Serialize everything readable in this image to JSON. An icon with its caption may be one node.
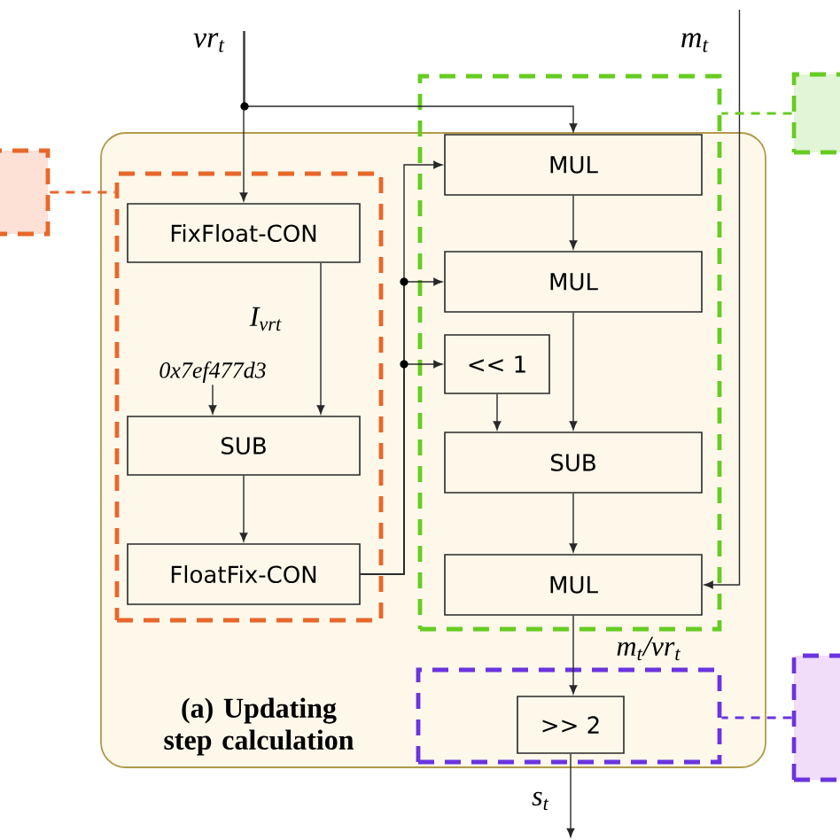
{
  "diagram": {
    "nodes": [
      {
        "text": [
          "(a) Updating step calculation"
        ]
      },
      {
        "text": [],
        "shape": "box",
        "in": 0
      },
      {
        "text": [
          "FixFloat-CON"
        ],
        "in": 1
      },
      {
        "text": [
          "SUB"
        ],
        "in": 1
      },
      {
        "text": [
          "FloatFix-CON"
        ],
        "in": 1
      },
      {
        "text": [],
        "shape": "box"
      },
      {
        "text": [
          "MUL"
        ],
        "in": 5
      },
      {
        "text": [
          "MUL"
        ],
        "in": 5
      },
      {
        "text": [
          "<< 1"
        ],
        "in": 5
      },
      {
        "text": [
          "SUB"
        ],
        "in": 5
      },
      {
        "text": [
          "MUL"
        ],
        "in": 5
      },
      {
        "text": [],
        "shape": "box",
        "in": 0
      },
      {
        "text": [
          ">> 2"
        ],
        "in": 11
      },
      {
        "text": [],
        "shape": "box"
      },
      {
        "text": [],
        "shape": "box"
      },
      {
        "text": [],
        "shape": "box"
      },
      {
        "text": [
          "vr$_{t}$"
        ]
      },
      {
        "text": [
          "m$_{t}$"
        ]
      },
      {
        "text": [
          "0x7ef477d3"
        ],
        "in": 1
      }
    ],
    "edges": [
      {
        "from": 16,
        "to": 2,
        "arrow": "to"
      },
      {
        "from": 16,
        "to": 6,
        "arrow": "to"
      },
      {
        "from": 2,
        "to": 3,
        "arrow": "to",
        "label": "I$_{vrt}$"
      },
      {
        "from": 18,
        "to": 3,
        "arrow": "to"
      },
      {
        "from": 3,
        "to": 4,
        "arrow": "to"
      },
      {
        "from": 4,
        "to": 6,
        "arrow": "to"
      },
      {
        "from": 4,
        "to": 7,
        "arrow": "to"
      },
      {
        "from": 4,
        "to": 8,
        "arrow": "to"
      },
      {
        "from": 6,
        "to": 7,
        "arrow": "to"
      },
      {
        "from": 7,
        "to": 9,
        "arrow": "to"
      },
      {
        "from": 8,
        "to": 9,
        "arrow": "to"
      },
      {
        "from": 9,
        "to": 10,
        "arrow": "to"
      },
      {
        "from": 17,
        "to": 10,
        "arrow": "to"
      },
      {
        "from": 10,
        "to": 12,
        "arrow": "to",
        "label": "m$_{t}$/vr$_{t}$"
      },
      {
        "from": 12,
        "to": null,
        "arrow": "to",
        "label": "s$_{t}$"
      },
      {
        "from": 13,
        "to": 1,
        "arrow": "none",
        "style": "dashed",
        "color": "#e8672a"
      },
      {
        "from": 14,
        "to": 5,
        "arrow": "none",
        "style": "dashed",
        "color": "#66cc22"
      },
      {
        "from": 15,
        "to": 11,
        "arrow": "none",
        "style": "dashed",
        "color": "#6a34e0"
      }
    ]
  }
}
